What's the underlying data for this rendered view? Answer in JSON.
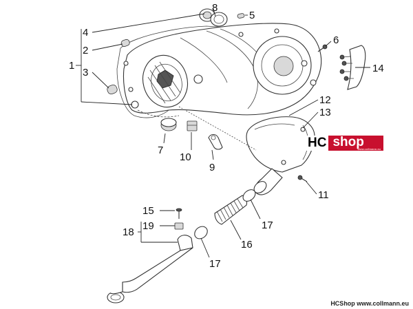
{
  "callouts": [
    {
      "id": "c1",
      "text": "1"
    },
    {
      "id": "c2",
      "text": "2"
    },
    {
      "id": "c3",
      "text": "3"
    },
    {
      "id": "c4",
      "text": "4"
    },
    {
      "id": "c5",
      "text": "5"
    },
    {
      "id": "c6",
      "text": "6"
    },
    {
      "id": "c7",
      "text": "7"
    },
    {
      "id": "c8",
      "text": "8"
    },
    {
      "id": "c9",
      "text": "9"
    },
    {
      "id": "c10",
      "text": "10"
    },
    {
      "id": "c11",
      "text": "11"
    },
    {
      "id": "c12",
      "text": "12"
    },
    {
      "id": "c13",
      "text": "13"
    },
    {
      "id": "c14",
      "text": "14"
    },
    {
      "id": "c15",
      "text": "15"
    },
    {
      "id": "c16",
      "text": "16"
    },
    {
      "id": "c17a",
      "text": "17"
    },
    {
      "id": "c17b",
      "text": "17"
    },
    {
      "id": "c18",
      "text": "18"
    },
    {
      "id": "c19",
      "text": "19"
    }
  ],
  "logo": {
    "hc": "HC",
    "shop": "shop",
    "tag": "www.collmann.eu"
  },
  "footer": "HCShop www.collmann.eu",
  "colors": {
    "logo_red": "#c8102e",
    "ink": "#222222"
  }
}
